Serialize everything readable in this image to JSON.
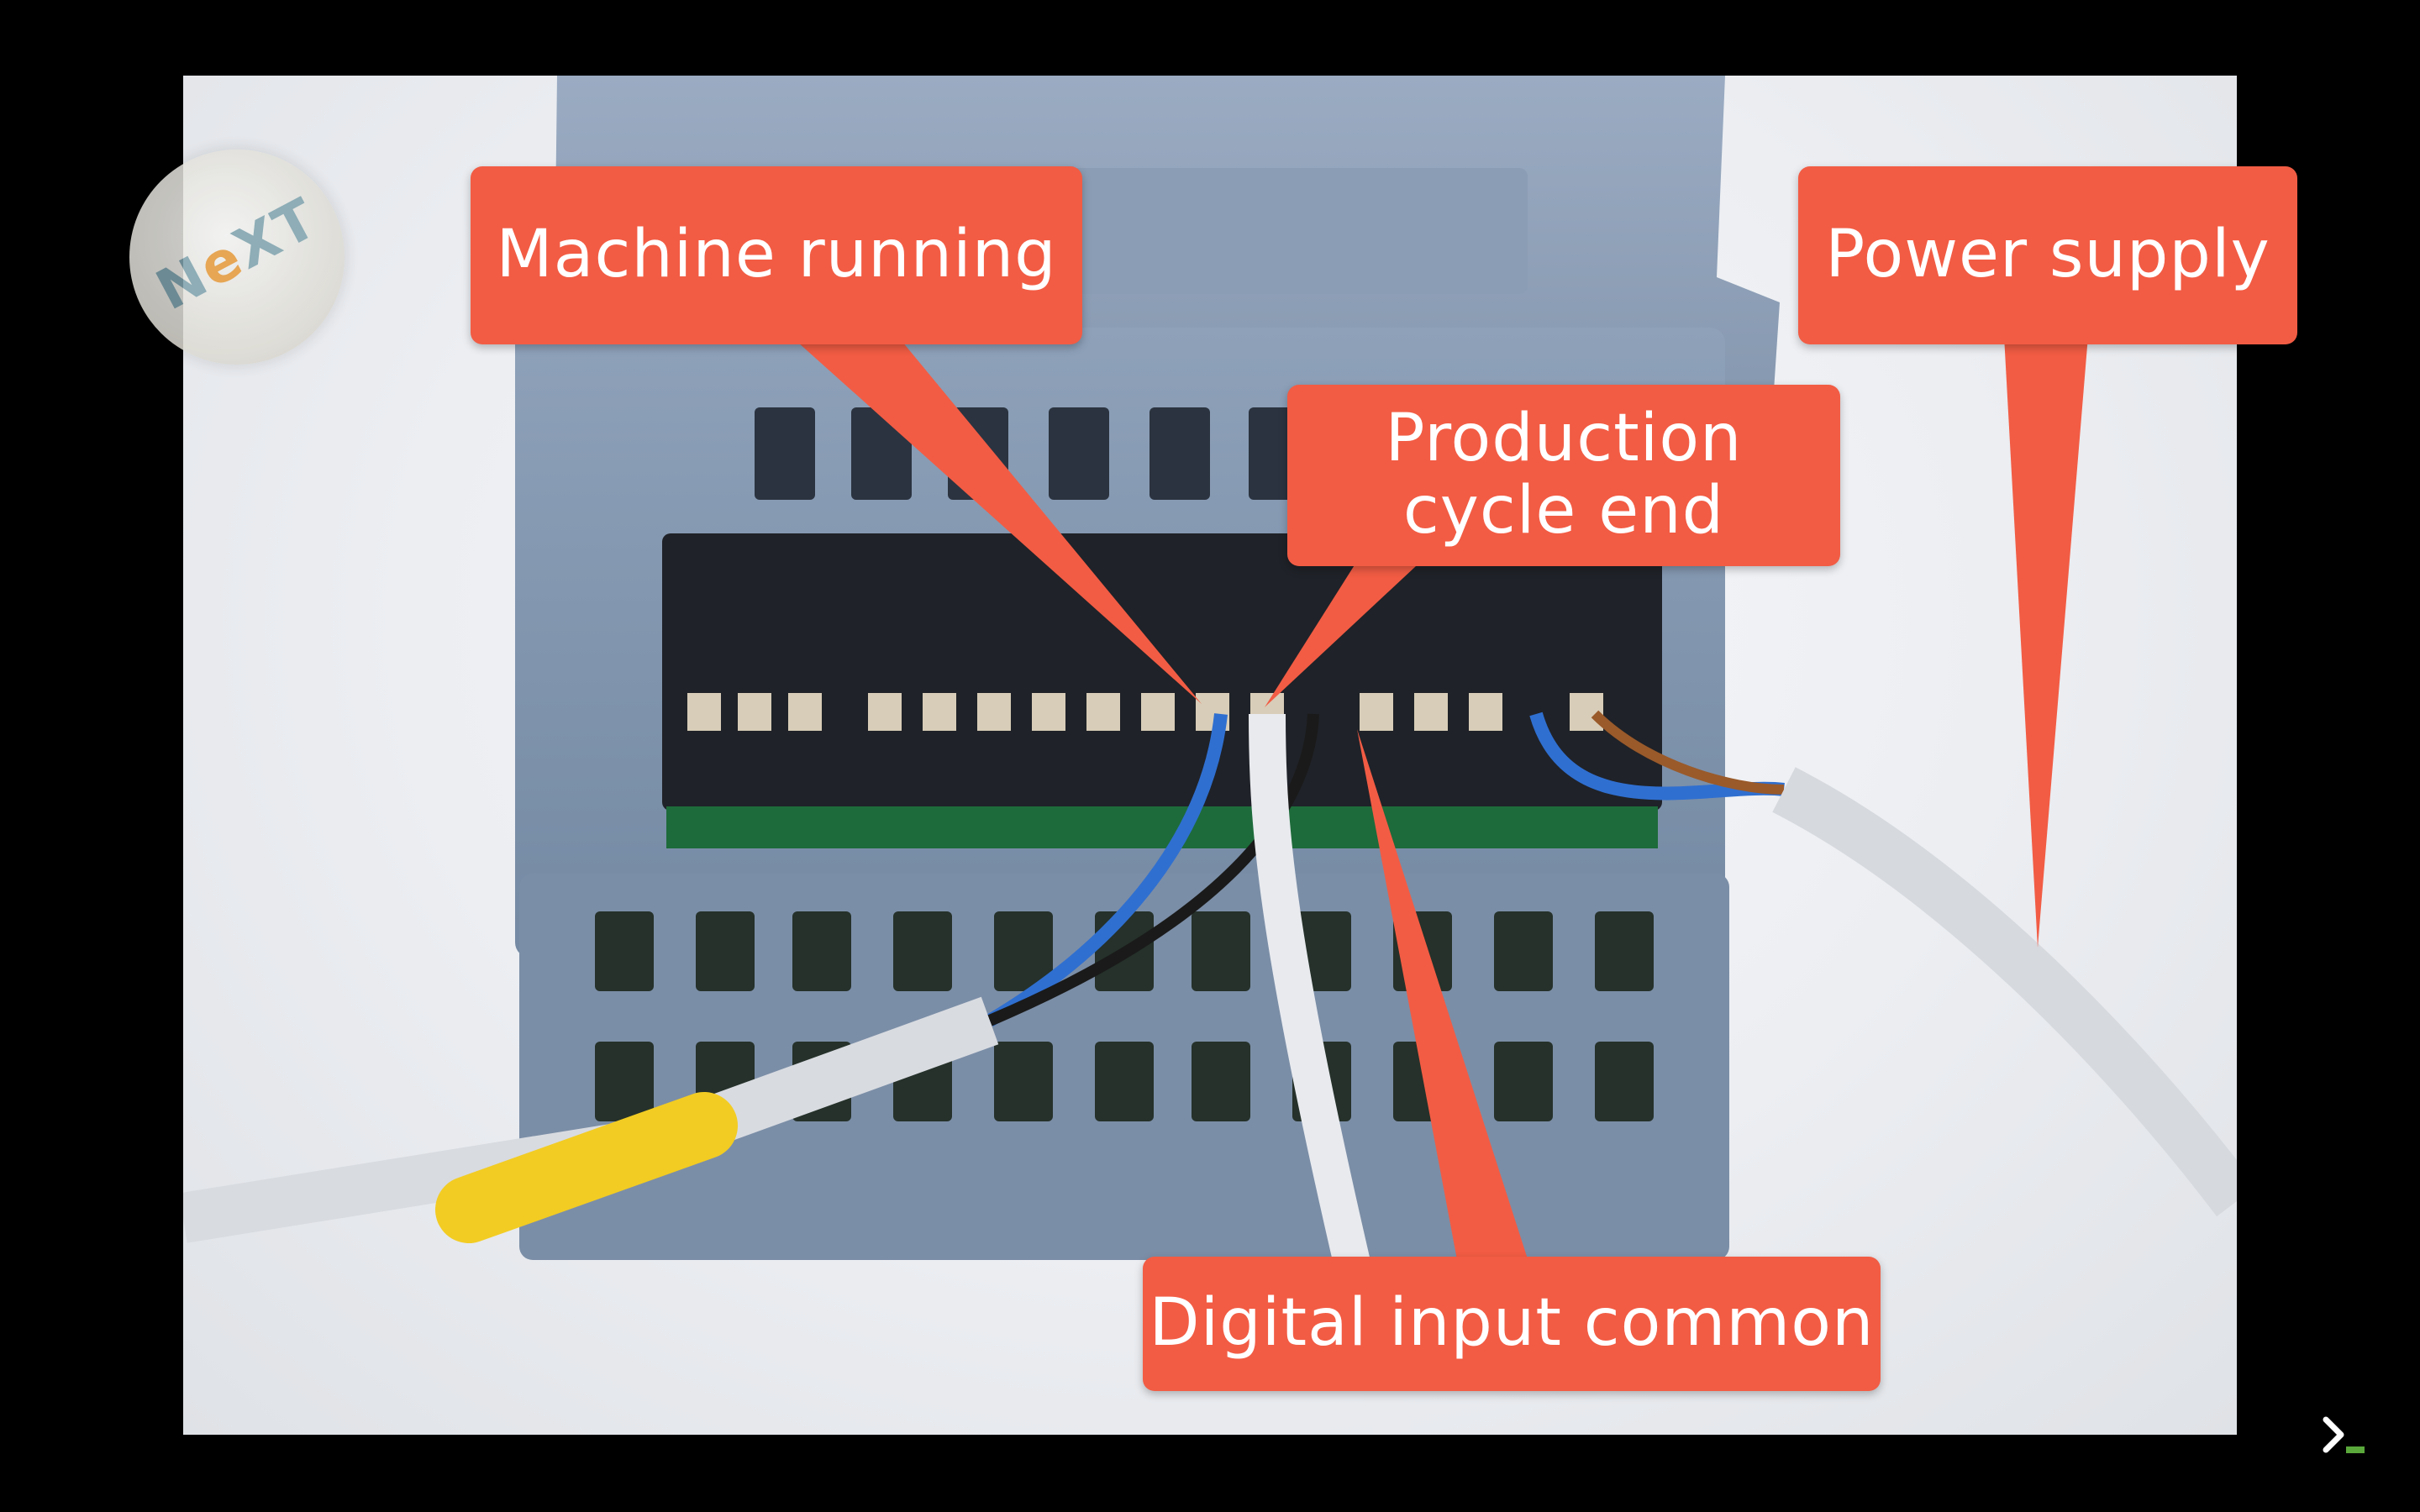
{
  "logo": {
    "text": "NeXT"
  },
  "labels": {
    "machine_running": "Machine running",
    "power_supply": "Power supply",
    "production_cycle_end_line1": "Production",
    "production_cycle_end_line2": "cycle end",
    "digital_input_common": "Digital input common"
  },
  "colors": {
    "label_fill": "#f25c44",
    "label_text": "#ffffff",
    "frame": "#000000",
    "nav_accent": "#5aa83c"
  },
  "icons": {
    "corner_nav": "chevron-right-icon"
  }
}
